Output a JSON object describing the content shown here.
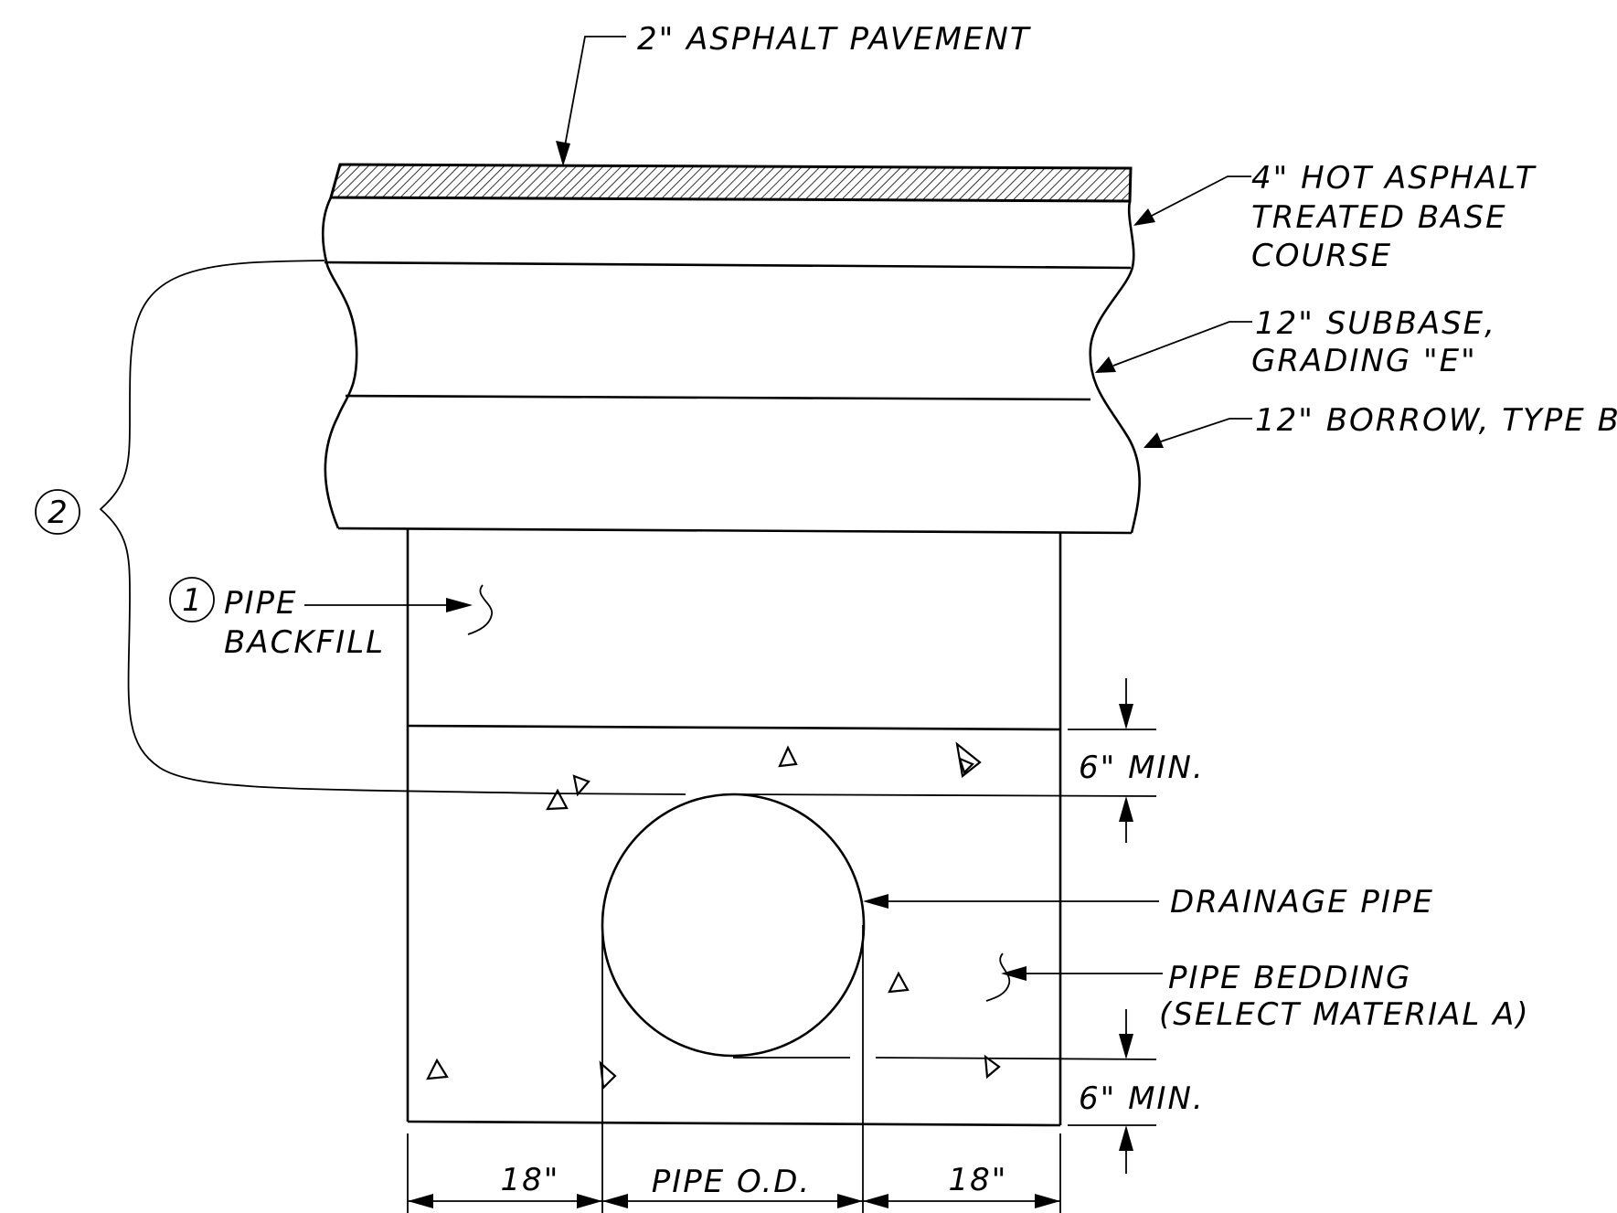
{
  "labels": {
    "asphalt_pavement": "2\" ASPHALT PAVEMENT",
    "hot_asphalt_line1": "4\" HOT ASPHALT",
    "hot_asphalt_line2": "TREATED BASE",
    "hot_asphalt_line3": "COURSE",
    "subbase_line1": "12\" SUBBASE,",
    "subbase_line2": "GRADING \"E\"",
    "borrow": "12\" BORROW, TYPE B",
    "callout_2": "2",
    "callout_1": "1",
    "pipe_backfill_line1": "PIPE",
    "pipe_backfill_line2": "BACKFILL",
    "six_min_top": "6\" MIN.",
    "six_min_bottom": "6\" MIN.",
    "drainage_pipe": "DRAINAGE PIPE",
    "pipe_bedding_line1": "PIPE BEDDING",
    "pipe_bedding_line2": "(SELECT MATERIAL A)",
    "dim_left": "18\"",
    "dim_pipe": "PIPE O.D.",
    "dim_right": "18\""
  }
}
